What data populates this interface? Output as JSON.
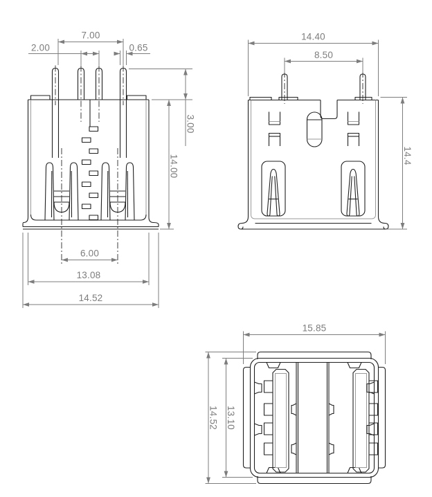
{
  "drawing": {
    "front_view": {
      "dims": {
        "pin_span": "7.00",
        "pin_pitch": "2.00",
        "pin_width": "0.65",
        "pin_standoff": "3.00",
        "body_height": "14.00",
        "contact_pitch": "6.00",
        "body_width": "13.08",
        "flange_width": "14.52"
      }
    },
    "rear_view": {
      "dims": {
        "body_width": "14.40",
        "pin_span": "8.50",
        "body_height": "14.4"
      }
    },
    "top_view": {
      "dims": {
        "shell_width": "15.85",
        "inner_height": "13.10",
        "overall_height": "14.52"
      }
    }
  },
  "colors": {
    "object_line": "#1f1f1f",
    "secondary_line": "#9a9a9a",
    "dim_line": "#7d7d7d",
    "background": "#ffffff"
  }
}
